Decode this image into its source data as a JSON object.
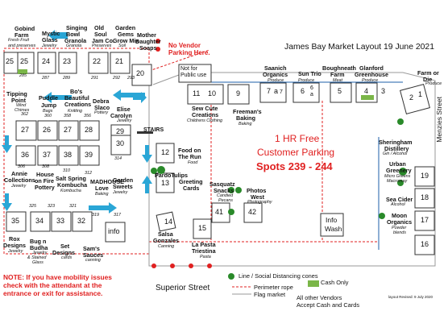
{
  "title": "James Bay Market Layout 19 June 2021",
  "no_vendor": [
    "No Vendor",
    "Parking Here."
  ],
  "not_for_public_use": [
    "Not for",
    "Public use"
  ],
  "parking": {
    "line1": "1 HR Free",
    "line2": "Customer Parking",
    "line3": "Spots 239 - 244"
  },
  "streets": {
    "superior": "Superior Street",
    "menzies": "Menzies Street"
  },
  "stairs_label": "STAIRS",
  "legend": {
    "distancing": "Line / Social Distancing cones",
    "perimeter": "Perimeter rope",
    "flag": "Flag market",
    "cash_only": "Cash Only",
    "other_1": "All other Vendors",
    "other_2": "Accept Cash and Cards"
  },
  "note": {
    "l1": "NOTE: If you have mobility issues",
    "l2": "check with the attendant at the",
    "l3": "entrance or exit for assistance."
  },
  "revised": "layout Revised: 9 July 2020",
  "top_vendors": [
    {
      "name": [
        "Gobind",
        "Farm"
      ],
      "sub": [
        "Fresh Fruit",
        "and preserves"
      ]
    },
    {
      "name": [
        "Mystic",
        "Glass"
      ],
      "sub": [
        "Jewelry"
      ]
    },
    {
      "name": [
        "Singing",
        "Bowl",
        "Granola"
      ],
      "sub": [
        "Granola"
      ]
    },
    {
      "name": [
        "Old",
        "Soul",
        "Jam Co."
      ],
      "sub": [
        "Preserves"
      ]
    },
    {
      "name": [
        "Garden",
        "Gems",
        "Grow Mix"
      ],
      "sub": [
        "Soil"
      ]
    },
    {
      "name": [
        "Mother",
        "Daughter",
        "Soaps"
      ],
      "sub": []
    }
  ],
  "row1_stalls": [
    "25",
    "25",
    "24",
    "23",
    "22",
    "21",
    "20"
  ],
  "row1_sub": [
    "285",
    "287",
    "289",
    "291",
    "292",
    "293"
  ],
  "row2_stalls": [
    "27",
    "26",
    "27",
    "28",
    "29"
  ],
  "row3_stalls": [
    "36",
    "37",
    "38",
    "39",
    "30"
  ],
  "row4_stalls": [
    "35",
    "34",
    "33",
    "32",
    "info"
  ],
  "row4_top": [
    "325",
    "323",
    "321",
    "319",
    "317"
  ],
  "mid_sub": [
    "362",
    "360",
    "358",
    "356"
  ],
  "row3_sub": [
    "306",
    "308",
    "310",
    "312",
    "314"
  ],
  "v_bos": {
    "name": [
      "Bo's",
      "Beautiful",
      "Creations"
    ]
  },
  "v_debra": {
    "name": [
      "Debra",
      "Slaco"
    ],
    "sub": [
      "Pottery"
    ]
  },
  "v_elise": {
    "name": [
      "Elise",
      "Carolyn"
    ],
    "sub": [
      "Jewelry"
    ]
  },
  "v_tipping": {
    "name": [
      "Tipping",
      "Point"
    ],
    "sub": [
      "Wind",
      "Chimes"
    ]
  },
  "v_puddle": {
    "name": [
      "Puddle",
      "Jump"
    ],
    "sub": [
      "Bags"
    ]
  },
  "v_bos_sub": [
    "Knitting"
  ],
  "v_annie": {
    "name": [
      "Annie",
      "Collections"
    ],
    "sub": [
      "Jewelry"
    ]
  },
  "v_house": {
    "name": [
      "House",
      "on Fire",
      "Pottery"
    ]
  },
  "v_salt": {
    "name": [
      "Salt Spring",
      "Kombucha"
    ],
    "sub": [
      "Kombucha"
    ]
  },
  "v_madhouse": {
    "name": [
      "MADHOUSE",
      "Love"
    ],
    "sub": [
      "Baking"
    ]
  },
  "v_garden_sweets": {
    "name": [
      "Garden",
      "Sweets"
    ],
    "sub": [
      "Jewelry"
    ]
  },
  "v_rox": {
    "name": [
      "Rox",
      "Designs"
    ],
    "sub": [
      "Jewelry"
    ]
  },
  "v_bug": {
    "name": [
      "Bug n",
      "Budha"
    ],
    "sub": [
      "Jewelry",
      "& Stained",
      "Glass"
    ]
  },
  "v_set": {
    "name": [
      "Set",
      "Designs"
    ],
    "sub": [
      "cards"
    ]
  },
  "v_sam": {
    "name": [
      "Sam's",
      "Sauces"
    ],
    "sub": [
      "canning"
    ]
  },
  "v_food": {
    "num": "12",
    "name": [
      "Food on",
      "The Run"
    ],
    "sub": [
      "Food"
    ]
  },
  "v_tulips": {
    "num": "13",
    "name": [
      "PardoTulips",
      "Greeting",
      "Cards"
    ]
  },
  "v_salsa": {
    "num": "14",
    "name": [
      "Salsa",
      "Gonzales"
    ],
    "sub": [
      "Canning"
    ]
  },
  "v_lapasta": {
    "num": "15",
    "name": [
      "La Pasta",
      "Triestina"
    ],
    "sub": [
      "Pasta"
    ]
  },
  "v_sew": {
    "nums": [
      "11",
      "10"
    ],
    "name": [
      "Sew Cute",
      "Creations"
    ],
    "sub": [
      "Childrens Clothing"
    ]
  },
  "v_freeman": {
    "num": "9",
    "name": [
      "Freeman's",
      "Baking"
    ],
    "sub": [
      "Baking"
    ]
  },
  "v_saanich": {
    "nums": [
      "7",
      "a",
      "7"
    ],
    "name": [
      "Saanich",
      "Organics"
    ],
    "sub": [
      "Produce"
    ]
  },
  "v_suntrio": {
    "nums": [
      "6",
      "6",
      "a"
    ],
    "name": [
      "Sun Trio"
    ],
    "sub": [
      "Produce"
    ]
  },
  "v_boughneath": {
    "num": "5",
    "name": [
      "Boughneath",
      "Farm"
    ],
    "sub": [
      "Meat"
    ]
  },
  "v_glanford": {
    "nums": [
      "4",
      "3"
    ],
    "name": [
      "Glanford",
      "Greenhouse"
    ],
    "sub": [
      "Produce"
    ]
  },
  "v_farm_or_die": {
    "nums": [
      "2",
      "1"
    ],
    "name": [
      "Farm or",
      "Die"
    ],
    "sub": [
      "Produce"
    ]
  },
  "v_sasquatz": {
    "num": "41",
    "name": [
      "Sasquatz",
      "Snacks"
    ],
    "sub": [
      "Candied",
      "Pecans"
    ]
  },
  "v_photos": {
    "num": "42",
    "name": [
      "Photos",
      "West"
    ],
    "sub": [
      "Photography"
    ]
  },
  "v_info": {
    "name": [
      "Info",
      "Wash"
    ]
  },
  "v_sheringham": {
    "num": "19",
    "name": [
      "Sheringham",
      "Distillery"
    ],
    "sub": [
      "Gin / Alcohol"
    ]
  },
  "v_urban": {
    "num": "18",
    "name": [
      "Urban",
      "Greenery"
    ],
    "sub": [
      "Micro Greens",
      "Macromay"
    ]
  },
  "v_sea": {
    "num": "17",
    "name": [
      "Sea Cider"
    ],
    "sub": [
      "Alcohol"
    ]
  },
  "v_moon": {
    "num": "16",
    "name": [
      "Moon",
      "Organics"
    ],
    "sub": [
      "Powder",
      "blends"
    ]
  },
  "colors": {
    "red": "#e02020",
    "blue": "#1c5fa8",
    "green": "#2a8a2a",
    "cash_only": "#7ab648",
    "teal_arrow": "#2aa6d6"
  }
}
